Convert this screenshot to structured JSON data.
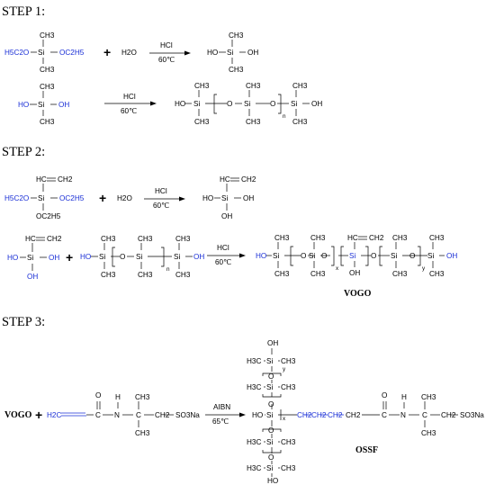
{
  "steps": {
    "step1": "STEP 1:",
    "step2": "STEP 2:",
    "step3": "STEP 3:"
  },
  "atoms": {
    "si": "Si",
    "ch3": "CH3",
    "h3c": "H3C",
    "oh": "OH",
    "ho": "HO",
    "o": "O",
    "h5c2o": "H5C2O",
    "oc2h5": "OC2H5",
    "h2o": "H2O",
    "hc": "HC",
    "ch2": "CH2",
    "h2c": "H2C",
    "c": "C",
    "n": "N",
    "h": "H",
    "so3na": "SO3Na",
    "ch": "CH"
  },
  "subscripts": {
    "n": "n",
    "x": "x",
    "y": "y"
  },
  "conditions": {
    "hcl": "HCl",
    "temp60": "60℃",
    "aibn": "AIBN",
    "temp65": "65℃"
  },
  "labels": {
    "vogo": "VOGO",
    "ossf": "OSSF",
    "plus": "+"
  }
}
